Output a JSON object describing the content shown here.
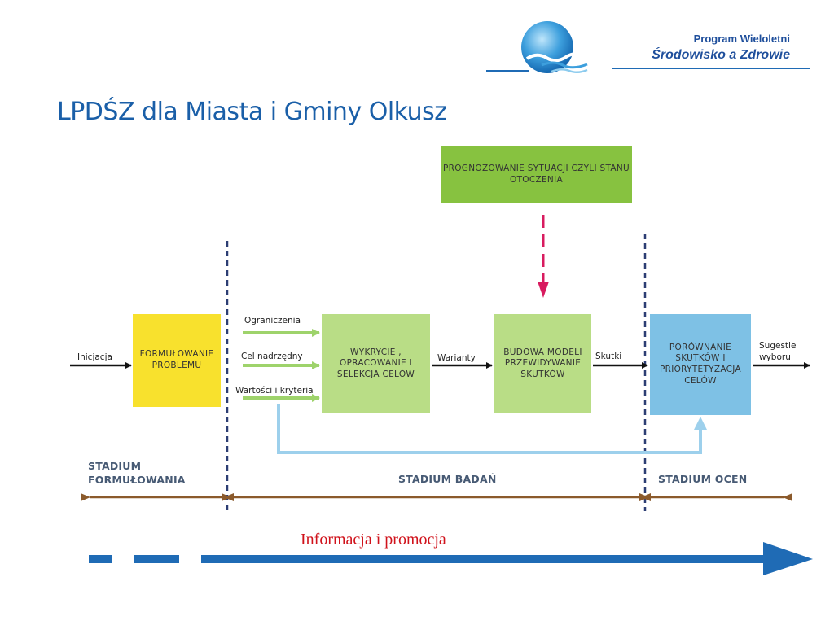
{
  "header": {
    "program_label": "Program Wieloletni",
    "program_name": "Środowisko a Zdrowie"
  },
  "title": "LPDŚZ dla Miasta i Gminy Olkusz",
  "boxes": {
    "forecast": "PROGNOZOWANIE SYTUACJI CZYLI STANU OTOCZENIA",
    "formulate": "FORMUŁOWANIE PROBLEMU",
    "discover": "WYKRYCIE , OPRACOWANIE I SELEKCJA CELÓW",
    "model": "BUDOWA MODELI PRZEWIDYWANIE SKUTKÓW",
    "compare": "PORÓWNANIE SKUTKÓW I PRIORYTETYZACJA CELÓW"
  },
  "flow_labels": {
    "initiation": "Inicjacja",
    "constraints": "Ograniczenia",
    "main_goal": "Cel nadrzędny",
    "values": "Wartości i kryteria",
    "variants": "Warianty",
    "effects": "Skutki",
    "suggestions": "Sugestie wyboru"
  },
  "stages": {
    "formulation": "STADIUM FORMUŁOWANIA",
    "research": "STADIUM BADAŃ",
    "evaluation": "STADIUM OCEN"
  },
  "footer": {
    "info_promo": "Informacja i promocja"
  },
  "colors": {
    "brand_blue": "#1f6bb5",
    "title_blue": "#1a5fa8",
    "forecast_green": "#87c240",
    "light_green": "#b9dd86",
    "yellow": "#f8e12d",
    "light_blue": "#7ec1e5",
    "stage_brown": "#8b5a2b",
    "feedback_blue": "#9dd0ec",
    "dashed_red": "#d81b5f",
    "info_red": "#d0121b"
  }
}
